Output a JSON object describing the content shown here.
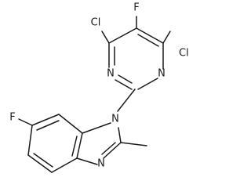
{
  "atoms": {
    "cl_left": "Cl",
    "f_top": "F",
    "cl_right": "Cl",
    "n_pyr_left": "N",
    "n_pyr_right": "N",
    "n_imid_1": "N",
    "f_benz": "F",
    "n_imid_3": "N"
  },
  "colors": {
    "bond": "#1a1a1a",
    "label": "#1a1a1a",
    "background": "#ffffff"
  }
}
